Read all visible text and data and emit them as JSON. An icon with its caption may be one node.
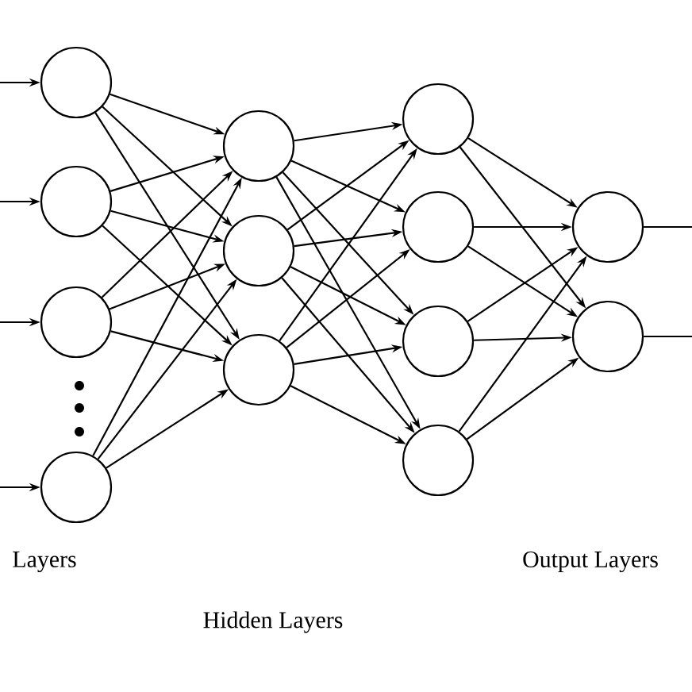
{
  "diagram": {
    "nodes": [
      {
        "text": [],
        "shape": "circle"
      },
      {
        "text": [],
        "shape": "circle"
      },
      {
        "text": [],
        "shape": "circle"
      },
      {
        "text": [],
        "shape": "circle"
      },
      {
        "text": [],
        "shape": "circle"
      },
      {
        "text": [],
        "shape": "circle"
      },
      {
        "text": [],
        "shape": "circle"
      },
      {
        "text": [],
        "shape": "circle"
      },
      {
        "text": [],
        "shape": "circle"
      },
      {
        "text": [],
        "shape": "circle"
      },
      {
        "text": [],
        "shape": "circle"
      },
      {
        "text": [],
        "shape": "circle"
      },
      {
        "text": [],
        "shape": "circle"
      }
    ],
    "edges": [
      {
        "from": null,
        "to": 0,
        "arrow": "to"
      },
      {
        "from": null,
        "to": 1,
        "arrow": "to"
      },
      {
        "from": null,
        "to": 2,
        "arrow": "to"
      },
      {
        "from": null,
        "to": 3,
        "arrow": "to"
      },
      {
        "from": 0,
        "to": 4,
        "arrow": "to"
      },
      {
        "from": 0,
        "to": 5,
        "arrow": "to"
      },
      {
        "from": 0,
        "to": 6,
        "arrow": "to"
      },
      {
        "from": 1,
        "to": 4,
        "arrow": "to"
      },
      {
        "from": 1,
        "to": 5,
        "arrow": "to"
      },
      {
        "from": 1,
        "to": 6,
        "arrow": "to"
      },
      {
        "from": 2,
        "to": 4,
        "arrow": "to"
      },
      {
        "from": 2,
        "to": 5,
        "arrow": "to"
      },
      {
        "from": 2,
        "to": 6,
        "arrow": "to"
      },
      {
        "from": 3,
        "to": 4,
        "arrow": "to"
      },
      {
        "from": 3,
        "to": 5,
        "arrow": "to"
      },
      {
        "from": 3,
        "to": 6,
        "arrow": "to"
      },
      {
        "from": 4,
        "to": 7,
        "arrow": "to"
      },
      {
        "from": 4,
        "to": 8,
        "arrow": "to"
      },
      {
        "from": 4,
        "to": 9,
        "arrow": "to"
      },
      {
        "from": 4,
        "to": 10,
        "arrow": "to"
      },
      {
        "from": 5,
        "to": 7,
        "arrow": "to"
      },
      {
        "from": 5,
        "to": 8,
        "arrow": "to"
      },
      {
        "from": 5,
        "to": 9,
        "arrow": "to"
      },
      {
        "from": 5,
        "to": 10,
        "arrow": "to"
      },
      {
        "from": 6,
        "to": 7,
        "arrow": "to"
      },
      {
        "from": 6,
        "to": 8,
        "arrow": "to"
      },
      {
        "from": 6,
        "to": 9,
        "arrow": "to"
      },
      {
        "from": 6,
        "to": 10,
        "arrow": "to"
      },
      {
        "from": 7,
        "to": 11,
        "arrow": "to"
      },
      {
        "from": 7,
        "to": 12,
        "arrow": "to"
      },
      {
        "from": 8,
        "to": 11,
        "arrow": "to"
      },
      {
        "from": 8,
        "to": 12,
        "arrow": "to"
      },
      {
        "from": 9,
        "to": 11,
        "arrow": "to"
      },
      {
        "from": 9,
        "to": 12,
        "arrow": "to"
      },
      {
        "from": 10,
        "to": 11,
        "arrow": "to"
      },
      {
        "from": 10,
        "to": 12,
        "arrow": "to"
      },
      {
        "from": 11,
        "to": null,
        "arrow": "none"
      },
      {
        "from": 12,
        "to": null,
        "arrow": "none"
      }
    ],
    "labels": [
      "Layers",
      "Output Layers",
      "Hidden Layers"
    ]
  }
}
